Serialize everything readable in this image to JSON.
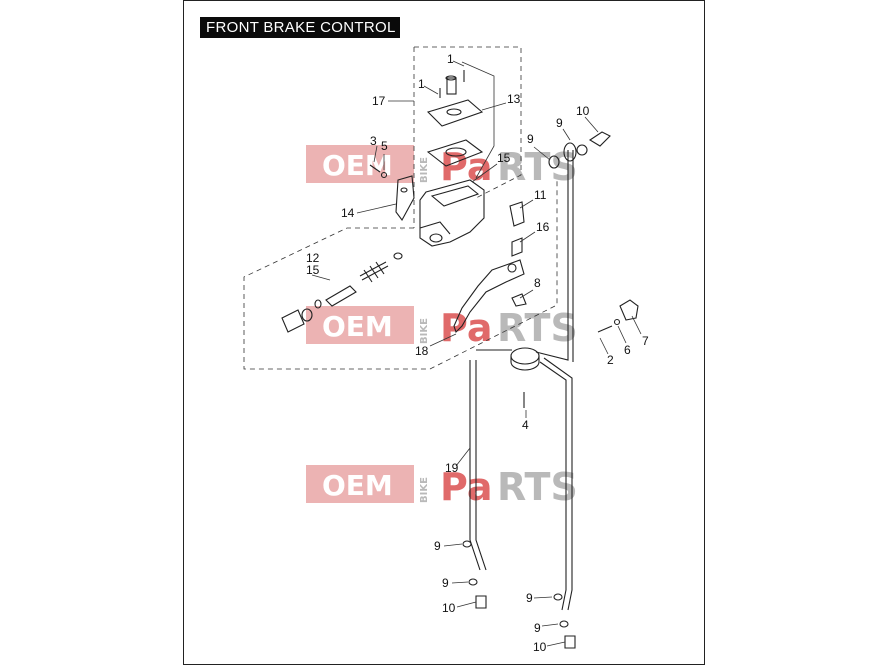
{
  "title": "FRONT BRAKE CONTROL",
  "watermark": {
    "brand_left": "OEM",
    "brand_small": "BIKE",
    "brand_right_accent": "Pa",
    "brand_right": "RTS",
    "accent_color": "#e06a6a",
    "grey_color": "#b9b9b9"
  },
  "callouts": [
    {
      "id": "c1a",
      "label": "1"
    },
    {
      "id": "c1b",
      "label": "1"
    },
    {
      "id": "c17",
      "label": "17"
    },
    {
      "id": "c13",
      "label": "13"
    },
    {
      "id": "c10a",
      "label": "10"
    },
    {
      "id": "c9a",
      "label": "9"
    },
    {
      "id": "c9b",
      "label": "9"
    },
    {
      "id": "c3",
      "label": "3"
    },
    {
      "id": "c5",
      "label": "5"
    },
    {
      "id": "c15a",
      "label": "15"
    },
    {
      "id": "c11",
      "label": "11"
    },
    {
      "id": "c14",
      "label": "14"
    },
    {
      "id": "c16",
      "label": "16"
    },
    {
      "id": "c12",
      "label": "12"
    },
    {
      "id": "c15b",
      "label": "15"
    },
    {
      "id": "c8",
      "label": "8"
    },
    {
      "id": "c7",
      "label": "7"
    },
    {
      "id": "c6",
      "label": "6"
    },
    {
      "id": "c2",
      "label": "2"
    },
    {
      "id": "c18",
      "label": "18"
    },
    {
      "id": "c4",
      "label": "4"
    },
    {
      "id": "c19",
      "label": "19"
    },
    {
      "id": "c9c",
      "label": "9"
    },
    {
      "id": "c9d",
      "label": "9"
    },
    {
      "id": "c10b",
      "label": "10"
    },
    {
      "id": "c9e",
      "label": "9"
    },
    {
      "id": "c9f",
      "label": "9"
    },
    {
      "id": "c10c",
      "label": "10"
    }
  ]
}
